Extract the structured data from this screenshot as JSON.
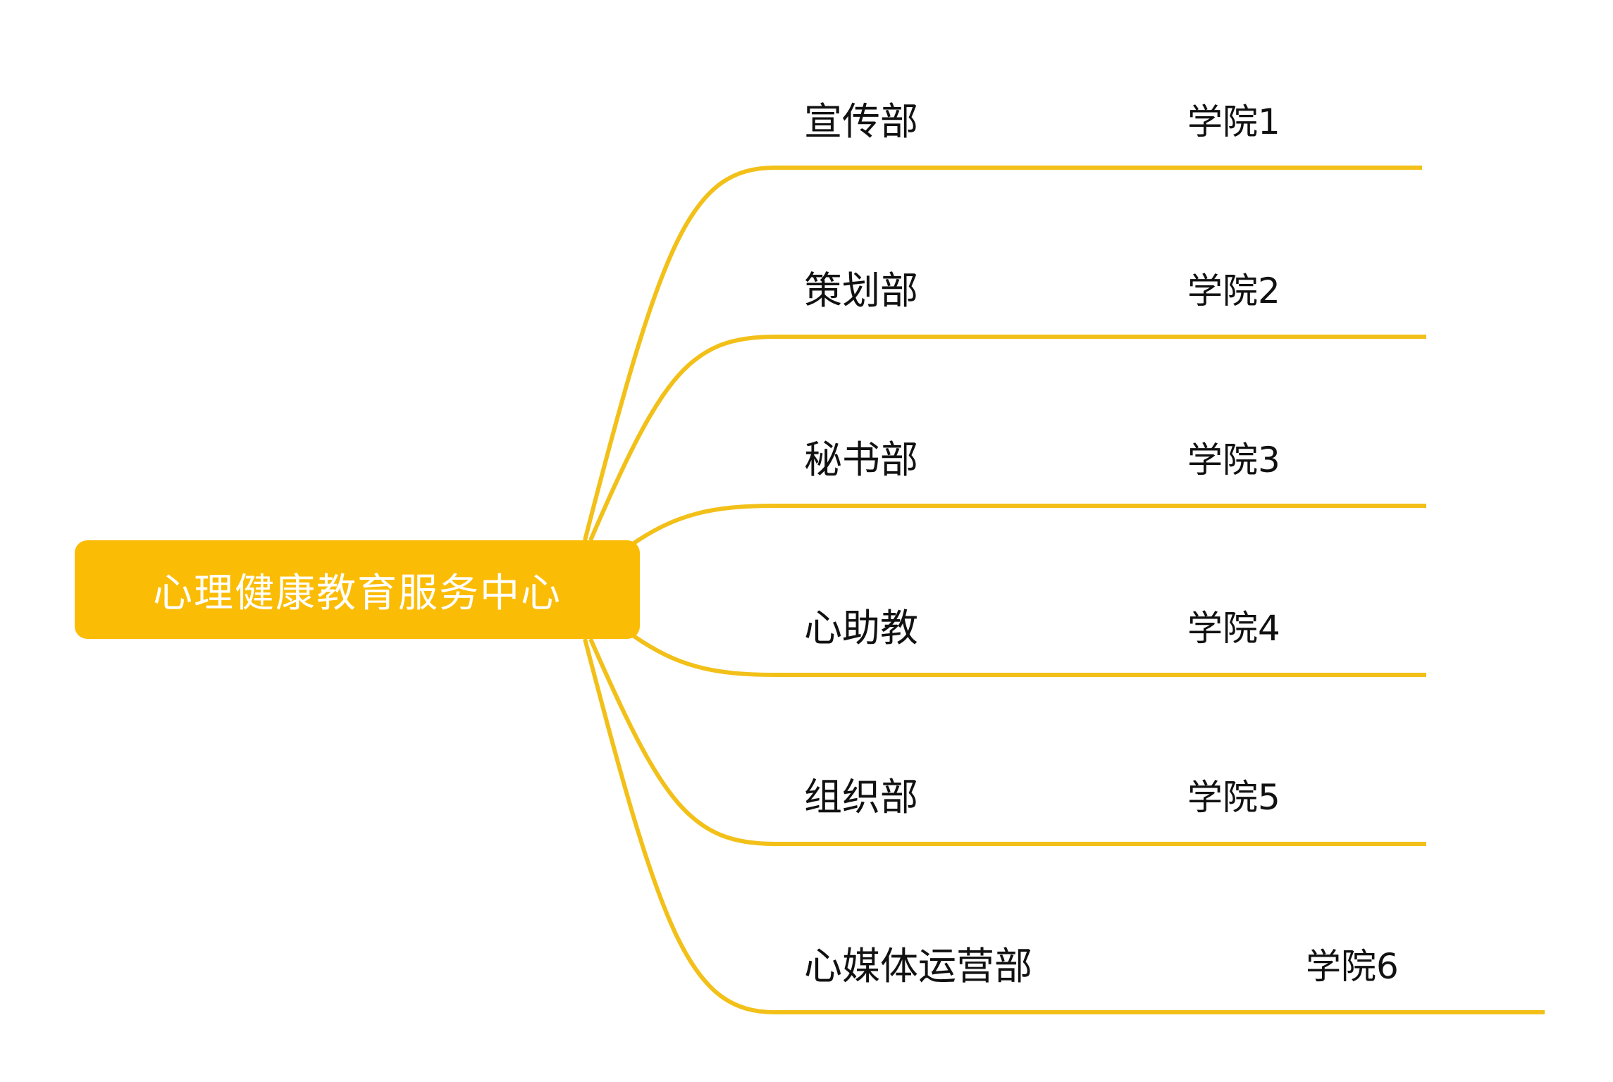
{
  "root": {
    "label": "心理健康教育服务中心"
  },
  "branches": [
    {
      "department": "宣传部",
      "college": "学院1"
    },
    {
      "department": "策划部",
      "college": "学院2"
    },
    {
      "department": "秘书部",
      "college": "学院3"
    },
    {
      "department": "心助教",
      "college": "学院4"
    },
    {
      "department": "组织部",
      "college": "学院5"
    },
    {
      "department": "心媒体运营部",
      "college": "学院6"
    }
  ],
  "colors": {
    "accent": "#FBBC05",
    "connector": "#F2C018",
    "text": "#111111",
    "root_text": "#FFFFFF",
    "background": "#FFFFFF"
  }
}
